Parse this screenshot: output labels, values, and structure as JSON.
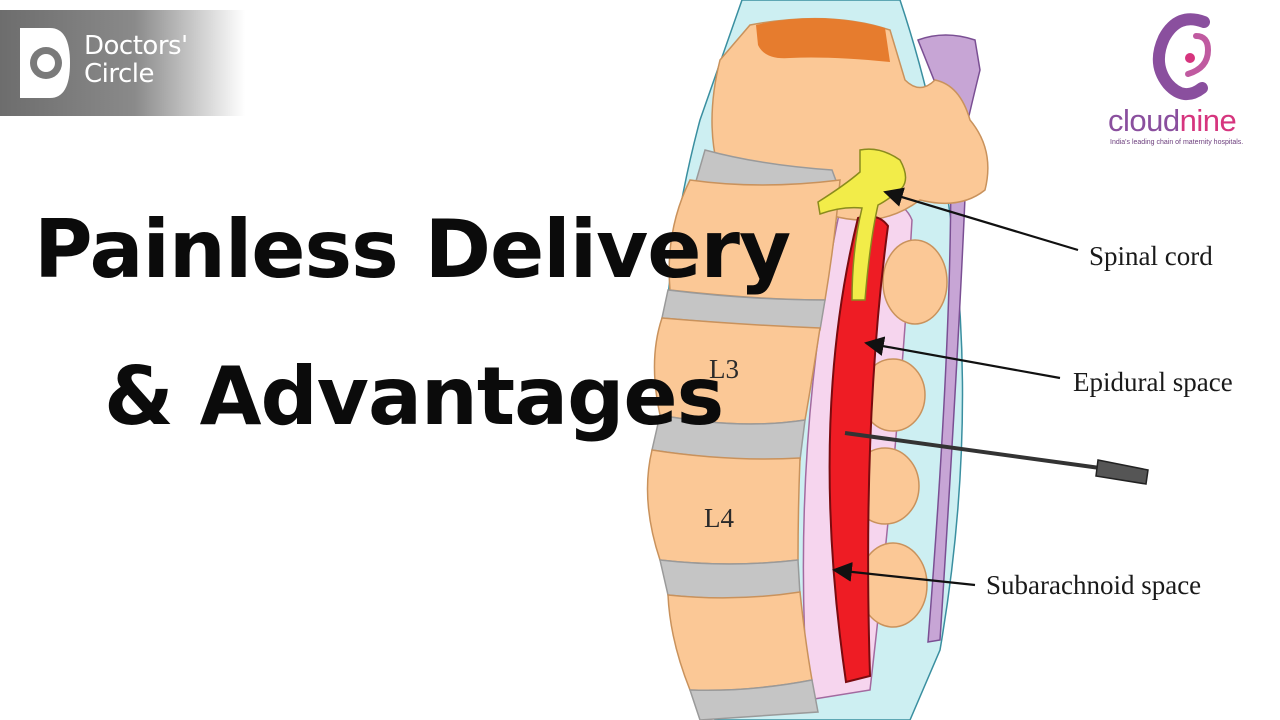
{
  "branding": {
    "channel_name_line1": "Doctors'",
    "channel_name_line2": "Circle",
    "partner_name_part1": "cloud",
    "partner_name_part2": "nine",
    "partner_tagline": "India's leading chain of maternity hospitals."
  },
  "title": {
    "line1": "Painless Delivery",
    "line2": "& Advantages"
  },
  "diagram": {
    "vertebra_labels": [
      "L3",
      "L4"
    ],
    "callouts": {
      "spinal_cord": "Spinal cord",
      "epidural_space": "Epidural space",
      "subarachnoid_space": "Subarachnoid space"
    }
  },
  "colors": {
    "bone": "#fbc896",
    "disc": "#c5c5c5",
    "skin": "#cdeff2",
    "spinal_cord": "#f2ec49",
    "subarachnoid": "#ee1c24",
    "dura": "#f6d5ee",
    "ligament": "#c7a5d5",
    "vertebra_top": "#e67c2e"
  }
}
